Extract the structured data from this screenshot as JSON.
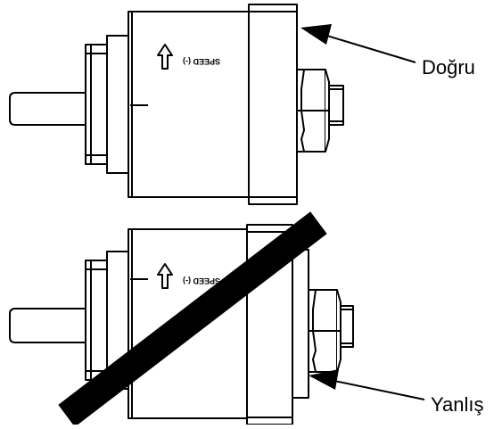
{
  "labels": {
    "correct": "Doğru",
    "wrong": "Yanlış"
  },
  "engraving": {
    "text": "SPEED (-)"
  },
  "colors": {
    "stroke": "#000000",
    "background": "#ffffff"
  }
}
